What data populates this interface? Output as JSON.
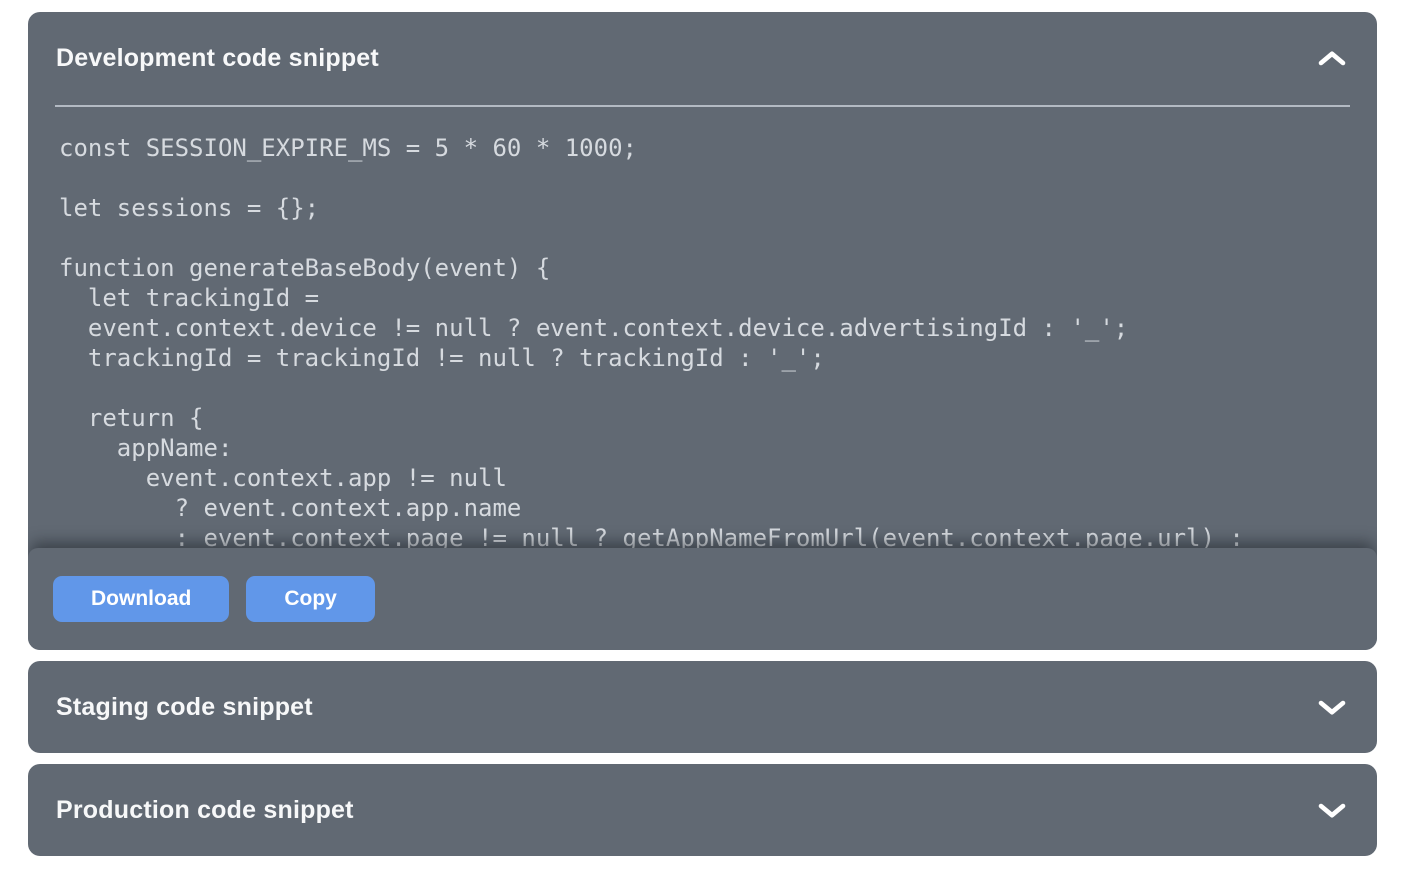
{
  "colors": {
    "page_background": "#ffffff",
    "panel_background": "#616973",
    "title_text": "#f7f8f9",
    "divider": "#b3bac3",
    "code_text": "#d6dadf",
    "accent_button": "#6197e9",
    "button_text": "#ffffff",
    "icon": "#ffffff"
  },
  "accordion": {
    "development": {
      "title": "Development code snippet",
      "state": "expanded",
      "chevron_icon": "chevron-up-icon",
      "code": "const SESSION_EXPIRE_MS = 5 * 60 * 1000;\n\nlet sessions = {};\n\nfunction generateBaseBody(event) {\n  let trackingId =\n  event.context.device != null ? event.context.device.advertisingId : '_';\n  trackingId = trackingId != null ? trackingId : '_';\n\n  return {\n    appName:\n      event.context.app != null\n        ? event.context.app.name\n        : event.context.page != null ? getAppNameFromUrl(event.context.page.url) :",
      "actions": {
        "download_label": "Download",
        "copy_label": "Copy"
      }
    },
    "staging": {
      "title": "Staging code snippet",
      "state": "collapsed",
      "chevron_icon": "chevron-down-icon"
    },
    "production": {
      "title": "Production code snippet",
      "state": "collapsed",
      "chevron_icon": "chevron-down-icon"
    }
  }
}
